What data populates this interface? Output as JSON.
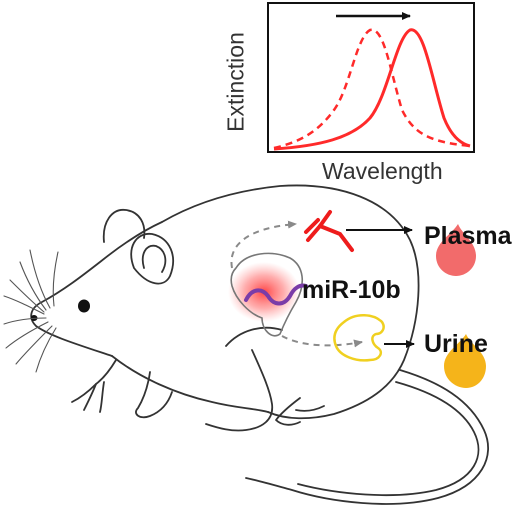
{
  "graph": {
    "x_axis_label": "Wavelength",
    "y_axis_label": "Extinction",
    "shift_arrow": "right"
  },
  "labels": {
    "plasma": "Plasma",
    "mirna": "miR-10b",
    "urine": "Urine"
  },
  "colors": {
    "plasmon_curve": "#ff2a2a",
    "antibody": "#ee1c1c",
    "plasma_drop": "#f26b6b",
    "urine_drop": "#f5b41a",
    "mirna_strand": "#7a3ca8",
    "tumor_glow": "#ff5a5a",
    "nanocage": "#f0d020",
    "dashed_path": "#8a8a8a",
    "outline": "#333333"
  },
  "icons": {
    "antibody": "y-shaped-antibody",
    "nanocage": "open-loop-nanocage",
    "plasma_drop": "teardrop",
    "urine_drop": "teardrop",
    "mouse": "mouse-line-drawing"
  }
}
